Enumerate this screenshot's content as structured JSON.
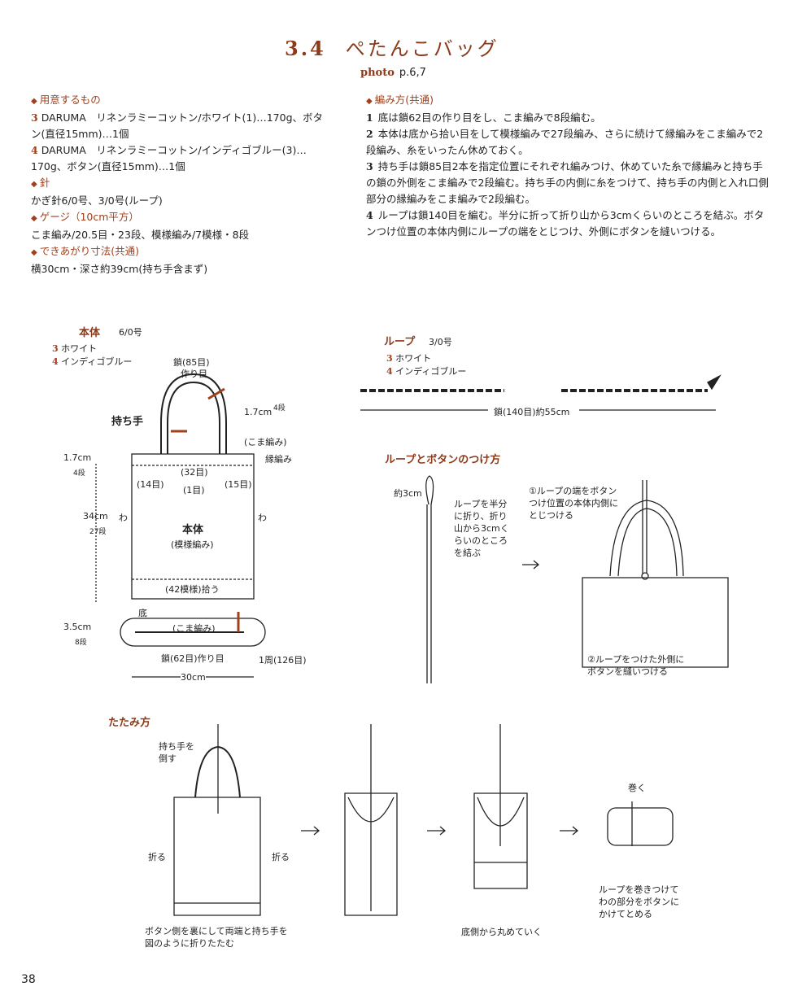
{
  "title": {
    "number": "3.4",
    "text": "ぺたんこバッグ"
  },
  "photo": {
    "label": "photo",
    "pages": "p.6,7"
  },
  "materials": {
    "heading": "用意するもの",
    "item3_num": "3",
    "item3": "DARUMA　リネンラミーコットン/ホワイト(1)…170g、ボタン(直径15mm)…1個",
    "item4_num": "4",
    "item4": "DARUMA　リネンラミーコットン/インディゴブルー(3)…170g、ボタン(直径15mm)…1個"
  },
  "needle": {
    "heading": "針",
    "text": "かぎ針6/0号、3/0号(ループ)"
  },
  "gauge": {
    "heading": "ゲージ（10cm平方）",
    "text": "こま編み/20.5目・23段、模様編み/7模様・8段"
  },
  "size": {
    "heading": "できあがり寸法(共通)",
    "text": "横30cm・深さ約39cm(持ち手含まず)"
  },
  "method": {
    "heading": "編み方(共通)",
    "steps": [
      {
        "n": "1",
        "t": "底は鎖62目の作り目をし、こま編みで8段編む。"
      },
      {
        "n": "2",
        "t": "本体は底から拾い目をして模様編みで27段編み、さらに続けて縁編みをこま編みで2段編み、糸をいったん休めておく。"
      },
      {
        "n": "3",
        "t": "持ち手は鎖85目2本を指定位置にそれぞれ編みつけ、休めていた糸で縁編みと持ち手の鎖の外側をこま編みで2段編む。持ち手の内側に糸をつけて、持ち手の内側と入れ口側部分の縁編みをこま編みで2段編む。"
      },
      {
        "n": "4",
        "t": "ループは鎖140目を編む。半分に折って折り山から3cmくらいのところを結ぶ。ボタンつけ位置の本体内側にループの端をとじつけ、外側にボタンを縫いつける。"
      }
    ]
  },
  "body_diagram": {
    "title": "本体",
    "hook": "6/0号",
    "c3": "3",
    "c3t": "ホワイト",
    "c4": "4",
    "c4t": "インディゴブルー",
    "labels": [
      "鎖(85目)",
      "作り目",
      "持ち手",
      "1.7cm",
      "4段",
      "(こま編み)",
      "縁編み",
      "1.7cm",
      "4段",
      "(32目)",
      "(14目)",
      "(1目)",
      "(15目)",
      "34cm",
      "27段",
      "わ",
      "わ",
      "本体",
      "(模様編み)",
      "(42模様)拾う",
      "3.5cm",
      "8段",
      "底",
      "(こま編み)",
      "鎖(62目)作り目",
      "1周(126目)",
      "30cm"
    ]
  },
  "loop_diagram": {
    "title": "ループ",
    "hook": "3/0号",
    "c3": "3",
    "c3t": "ホワイト",
    "c4": "4",
    "c4t": "インディゴブルー",
    "length": "鎖(140目)約55cm"
  },
  "attach": {
    "title": "ループとボタンのつけ方",
    "knot": "約3cm",
    "note": "ループを半分に折り、折り山から3cmくらいのところを結ぶ",
    "step1": "①ループの端をボタンつけ位置の本体内側にとじつける",
    "step2": "②ループをつけた外側にボタンを縫いつける"
  },
  "fold": {
    "title": "たたみ方",
    "handle": "持ち手を倒す",
    "fold_l": "折る",
    "fold_r": "折る",
    "cap1": "ボタン側を裏にして両端と持ち手を図のように折りたたむ",
    "cap2": "底側から丸めていく",
    "roll": "巻く",
    "cap3": "ループを巻きつけてわの部分をボタンにかけてとめる"
  },
  "page_number": "38",
  "colors": {
    "accent": "#8b3a1a"
  }
}
